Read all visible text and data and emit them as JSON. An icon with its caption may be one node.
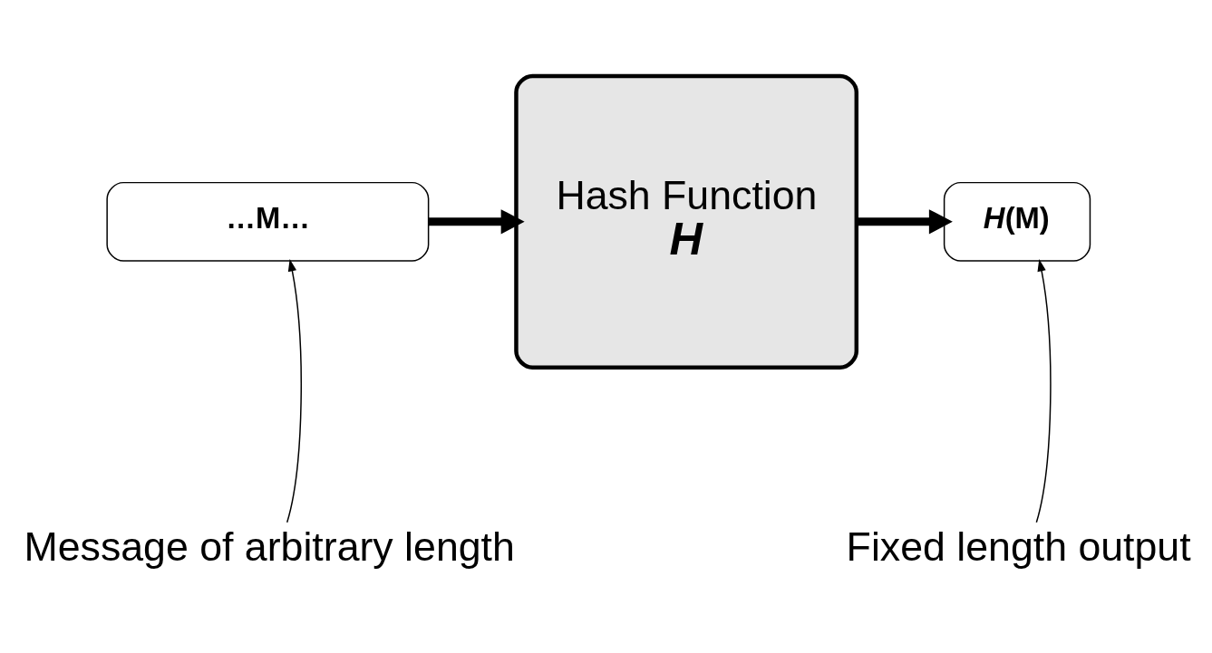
{
  "diagram": {
    "nodes": [
      {
        "text": [
          "…M…"
        ]
      },
      {
        "text": [
          "Hash Function",
          "*H*"
        ]
      },
      {
        "text": [
          "*H*(M)"
        ]
      },
      {
        "text": [
          "Message of arbitrary length"
        ]
      },
      {
        "text": [
          "Fixed length output"
        ]
      }
    ],
    "edges": [
      {
        "from": 0,
        "to": 1,
        "arrow": "to",
        "style": "thick"
      },
      {
        "from": 1,
        "to": 2,
        "arrow": "to",
        "style": "thick"
      },
      {
        "from": 3,
        "to": 0,
        "arrow": "to"
      },
      {
        "from": 4,
        "to": 2,
        "arrow": "to"
      }
    ]
  }
}
